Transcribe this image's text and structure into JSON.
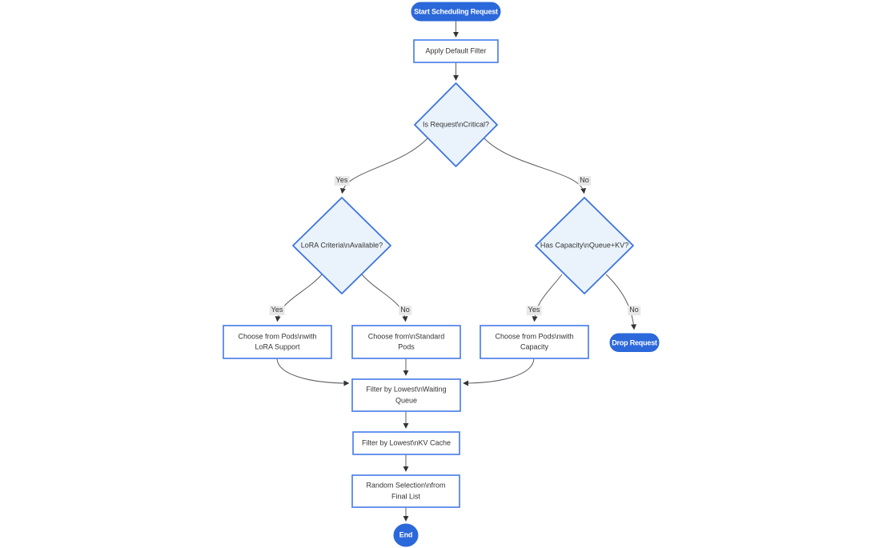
{
  "diagram": {
    "type": "flowchart",
    "direction": "top-down",
    "nodes": {
      "start": {
        "label": "Start Scheduling Request",
        "shape": "stadium"
      },
      "apply_filter": {
        "label": "Apply Default Filter",
        "shape": "rect"
      },
      "is_critical": {
        "label": "Is Request\\nCritical?",
        "shape": "diamond"
      },
      "lora_criteria": {
        "label": "LoRA Criteria\\nAvailable?",
        "shape": "diamond"
      },
      "has_capacity": {
        "label": "Has Capacity\\nQueue+KV?",
        "shape": "diamond"
      },
      "choose_lora_pods": {
        "label": "Choose from Pods\\nwith LoRA Support",
        "shape": "rect"
      },
      "choose_standard_pods": {
        "label": "Choose from\\nStandard Pods",
        "shape": "rect"
      },
      "choose_capacity_pods": {
        "label": "Choose from Pods\\nwith Capacity",
        "shape": "rect"
      },
      "drop_request": {
        "label": "Drop Request",
        "shape": "stadium"
      },
      "filter_waiting_queue": {
        "label": "Filter by Lowest\\nWaiting Queue",
        "shape": "rect"
      },
      "filter_kv_cache": {
        "label": "Filter by Lowest\\nKV Cache",
        "shape": "rect"
      },
      "random_selection": {
        "label": "Random Selection\\nfrom Final List",
        "shape": "rect"
      },
      "end": {
        "label": "End",
        "shape": "circle"
      }
    },
    "edge_labels": {
      "critical_yes": "Yes",
      "critical_no": "No",
      "lora_yes": "Yes",
      "lora_no": "No",
      "capacity_yes": "Yes",
      "capacity_no": "No"
    },
    "colors": {
      "node_accent": "#2b68da",
      "decision_fill": "#eaf3fc",
      "decision_border": "#3d74dc",
      "process_fill": "#ffffff",
      "process_border": "#4f82e8",
      "edge_line": "#585c62",
      "arrowhead": "#333333",
      "text": "#333333",
      "edge_label_bg": "#e8e8e8",
      "edge_label_text": "#333333"
    }
  }
}
